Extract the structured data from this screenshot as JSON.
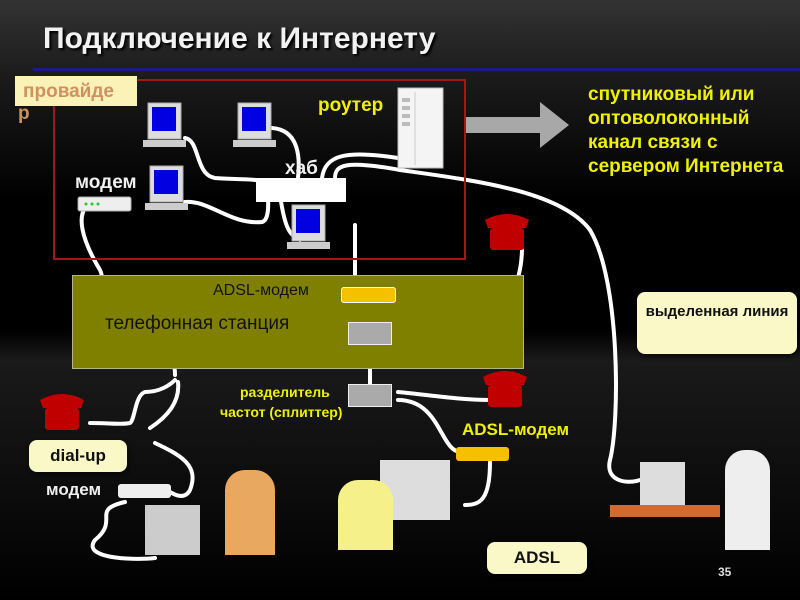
{
  "slide": {
    "title": "Подключение к Интернету",
    "page_number": "35"
  },
  "labels": {
    "provider_part1": "провайде",
    "provider_part2": "р",
    "router": "роутер",
    "hub": "хаб",
    "modem_provider": "модем",
    "channel": "спутниковый или оптоволоконный канал связи с сервером Интернета",
    "adsl_modem_station": "ADSL-модем",
    "phone_station": "телефонная станция",
    "splitter_line1": "разделитель",
    "splitter_line2": "частот (сплиттер)",
    "adsl_modem_user": "ADSL-модем",
    "modem_user": "модем"
  },
  "callouts": {
    "dedicated_line": "выделенная линия",
    "dial_up": "dial-up",
    "adsl": "ADSL"
  },
  "colors": {
    "provider_border": "#a01818",
    "station_fill": "#808000",
    "label_yellow": "#f0f000",
    "phone_red": "#c00000",
    "adsl_modem": "#f5c000"
  }
}
